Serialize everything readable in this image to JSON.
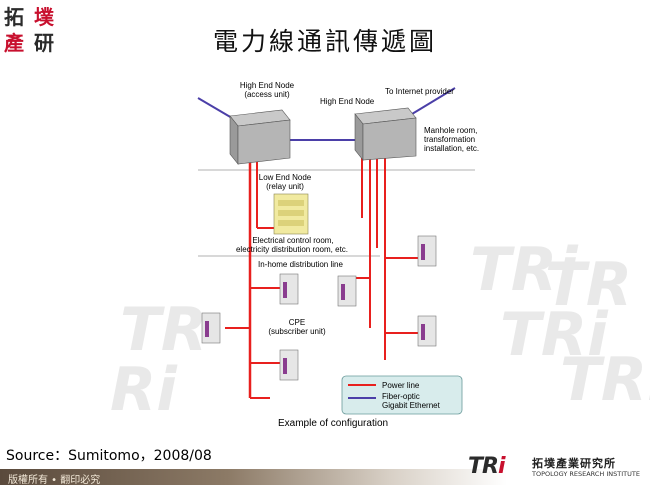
{
  "logo": {
    "char_tl": "拓",
    "char_tr": "墣",
    "char_bl": "產",
    "char_br": "研"
  },
  "title": "電力線通訊傳遞圖",
  "diagram": {
    "label_high_end_node_1": "High End Node",
    "label_access_unit": "(access unit)",
    "label_high_end_node_2": "High End Node",
    "label_internet": "To Internet provider",
    "label_manhole_1": "Manhole room,",
    "label_manhole_2": "transformation",
    "label_manhole_3": "installation, etc.",
    "label_low_end_node": "Low End Node",
    "label_relay_unit": "(relay unit)",
    "label_electrical_1": "Electrical control room,",
    "label_electrical_2": "electricity distribution room, etc.",
    "label_inhome": "In-home distribution line",
    "label_cpe": "CPE",
    "label_subscriber": "(subscriber unit)",
    "legend_power": "Power line",
    "legend_fiber_1": "Fiber-optic",
    "legend_fiber_2": "Gigabit Ethernet",
    "caption": "Example of configuration",
    "colors": {
      "power_line": "#e8201e",
      "fiber": "#4b3fa8",
      "legend_bg": "#d8ecec"
    }
  },
  "source": "Source：Sumitomo，2008/08",
  "footer": {
    "copyright": "版權所有 • 翻印必究",
    "brand_name_cn": "拓墣產業研究所",
    "brand_name_en": "TOPOLOGY RESEARCH INSTITUTE"
  }
}
